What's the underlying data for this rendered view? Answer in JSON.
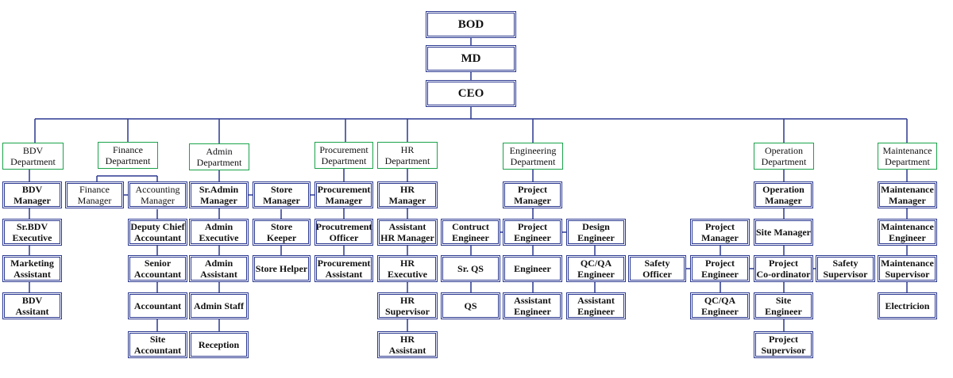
{
  "colors": {
    "box_border": "#2b3990",
    "dept_border": "#1aa34a",
    "lines": "#2b3990"
  },
  "top": [
    "BOD",
    "MD",
    "CEO"
  ],
  "departments": [
    {
      "id": "bdv",
      "label": "BDV\nDepartment"
    },
    {
      "id": "finance",
      "label": "Finance\nDepartment"
    },
    {
      "id": "admin",
      "label": "Admin\nDepartment"
    },
    {
      "id": "procurement",
      "label": "Procurement\nDepartment"
    },
    {
      "id": "hr",
      "label": "HR\nDepartment"
    },
    {
      "id": "engineering",
      "label": "Engineering\nDepartment"
    },
    {
      "id": "operation",
      "label": "Operation\nDepartment"
    },
    {
      "id": "maintenance",
      "label": "Maintenance\nDepartment"
    }
  ],
  "roles": {
    "bdv": [
      "BDV\nManager",
      "Sr.BDV\nExecutive",
      "Marketing\nAssistant",
      "BDV\nAssitant"
    ],
    "finance_manager": "Finance\nManager",
    "accounting": [
      "Accounting\nManager",
      "Deputy Chief\nAccountant",
      "Senior\nAccountant",
      "Accountant",
      "Site\nAccountant"
    ],
    "admin": [
      "Sr.Admin\nManager",
      "Admin\nExecutive",
      "Admin\nAssistant",
      "Admin Staff",
      "Reception"
    ],
    "store": [
      "Store\nManager",
      "Store Keeper",
      "Store  Helper"
    ],
    "procurement": [
      "Procurement\nManager",
      "Procutrement\nOfficer",
      "Procurement\nAssistant"
    ],
    "hr": [
      "HR\nManager",
      "Assistant\nHR Manager",
      "HR\nExecutive",
      "HR\nSupervisor",
      "HR\nAssistant"
    ],
    "engineering_pm": "Project\nManager",
    "contract": [
      "Contruct\nEngineer",
      "Sr. QS",
      "QS"
    ],
    "eng_project": [
      "Project\nEngineer",
      "Engineer",
      "Assistant\nEngineer"
    ],
    "design": [
      "Design\nEngineer",
      "QC/QA\nEngineer",
      "Assistant\nEngineer"
    ],
    "operation_manager": "Operation\nManager",
    "op_project": [
      "Project\nManager",
      "Project\nEngineer",
      "QC/QA\nEngineer"
    ],
    "safety_officer": "Safety Officer",
    "site": [
      "Site Manager",
      "Project\nCo-ordinator",
      "Site\nEngineer",
      "Project\nSupervisor"
    ],
    "safety_supervisor": "Safety\nSupervisor",
    "maintenance": [
      "Maintenance\nManager",
      "Maintenance\nEngineer",
      "Maintenance\nSupervisor",
      "Electricion"
    ]
  }
}
